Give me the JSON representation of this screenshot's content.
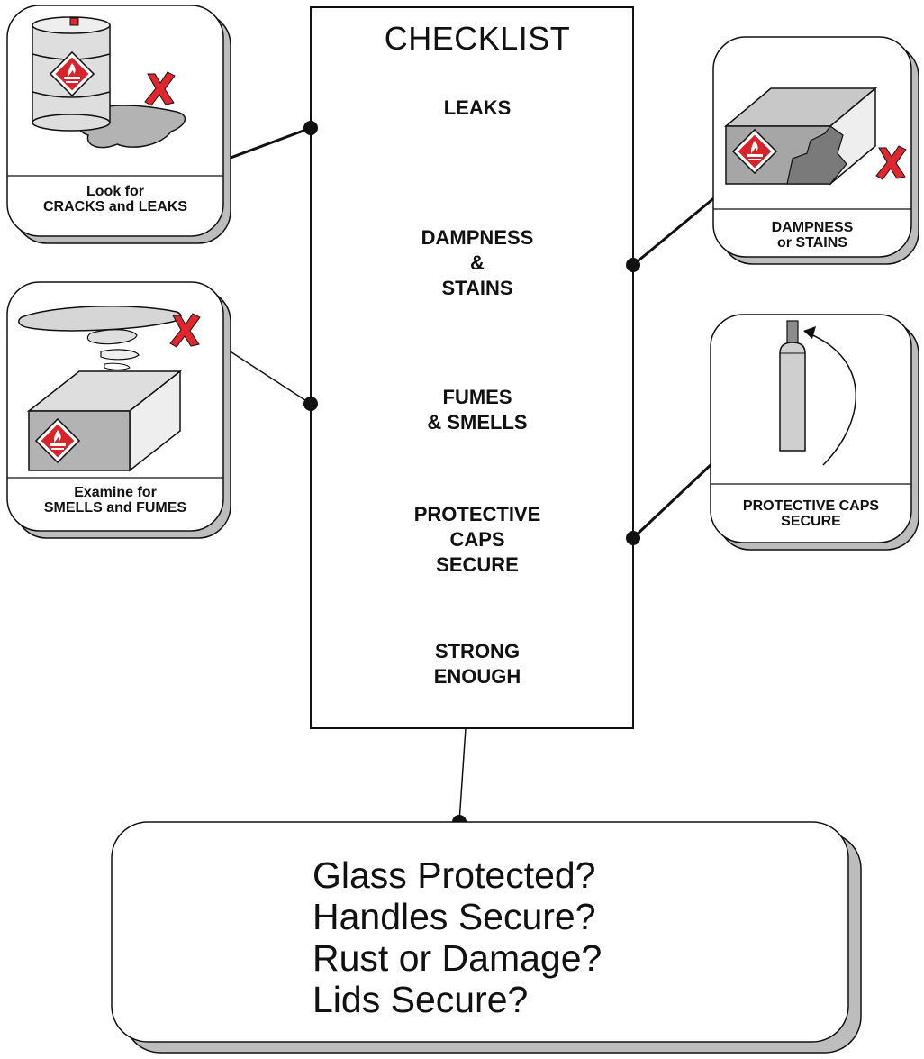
{
  "checklist": {
    "title": "CHECKLIST",
    "items": [
      "LEAKS",
      "DAMPNESS\n&\nSTAINS",
      "FUMES\n& SMELLS",
      "PROTECTIVE\nCAPS\nSECURE",
      "STRONG\nENOUGH"
    ]
  },
  "cards": {
    "cracks_leaks": {
      "caption": "Look for\nCRACKS and LEAKS"
    },
    "smells_fumes": {
      "caption": "Examine for\nSMELLS and FUMES"
    },
    "dampness_stains": {
      "caption": "DAMPNESS\nor STAINS"
    },
    "protective_caps": {
      "caption": "PROTECTIVE CAPS\nSECURE"
    }
  },
  "bottom_box": {
    "questions": "Glass Protected?\nHandles Secure?\nRust or Damage?\nLids Secure?"
  },
  "colors": {
    "line": "#111111",
    "shadow": "#bdbdbd",
    "gray_dark": "#8c8c8c",
    "gray_mid": "#b3b3b3",
    "gray_light": "#dedede",
    "red_x": "#e1262d",
    "hazard_red": "#d8232a"
  }
}
